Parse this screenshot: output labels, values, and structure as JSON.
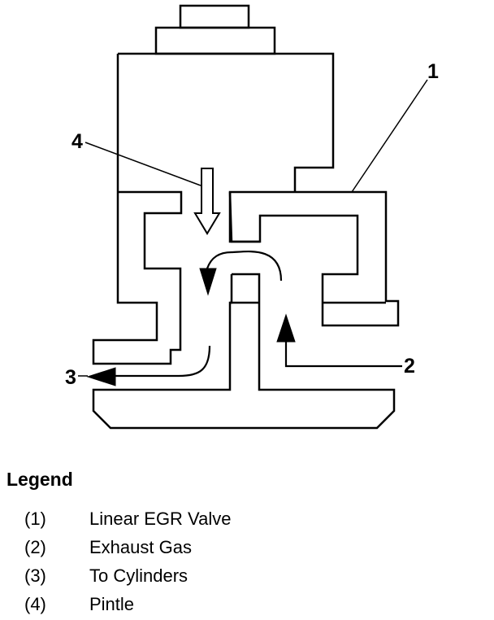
{
  "diagram": {
    "callouts": {
      "c1": "1",
      "c2": "2",
      "c3": "3",
      "c4": "4"
    }
  },
  "legend": {
    "title": "Legend",
    "items": [
      {
        "num": "(1)",
        "label": "Linear EGR Valve"
      },
      {
        "num": "(2)",
        "label": "Exhaust Gas"
      },
      {
        "num": "(3)",
        "label": "To Cylinders"
      },
      {
        "num": "(4)",
        "label": "Pintle"
      }
    ]
  },
  "colors": {
    "line": "#000000",
    "background": "#ffffff"
  }
}
